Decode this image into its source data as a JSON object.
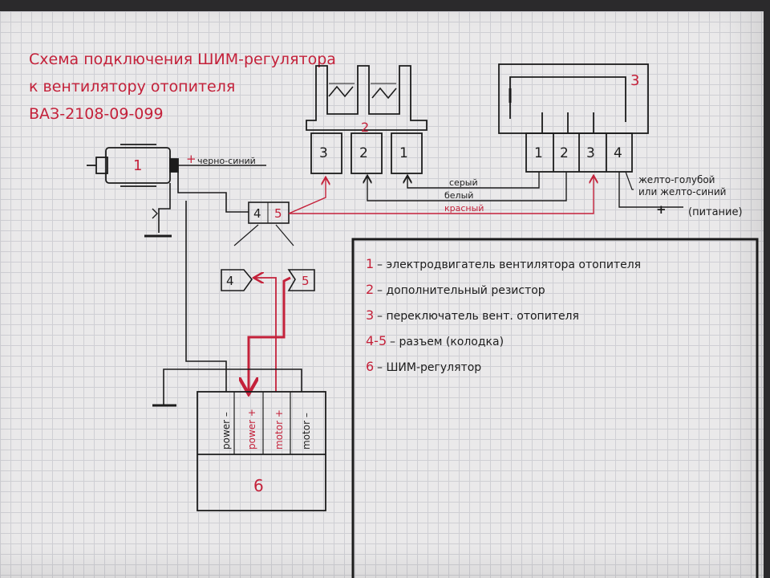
{
  "title": {
    "line1": "Схема подключения ШИМ-регулятора",
    "line2": "к вентилятору отопителя",
    "line3": "ВАЗ-2108-09-099"
  },
  "motor_number": "1",
  "resistor_number": "2",
  "resistor_pins": [
    "3",
    "2",
    "1"
  ],
  "switch_number": "3",
  "switch_pins": [
    "1",
    "2",
    "3",
    "4"
  ],
  "plus_sign": "+",
  "motor_wire_label": "черно-синий",
  "connector": {
    "left": "4",
    "right": "5"
  },
  "wires": {
    "gray": "серый",
    "white": "белый",
    "red": "красный"
  },
  "power_wire": {
    "line1": "желто-голубой",
    "line2": "или желто-синий",
    "line3": "(питание)"
  },
  "pwm_pins": [
    "power –",
    "power +",
    "motor +",
    "motor –"
  ],
  "pwm_number": "6",
  "legend": [
    {
      "num": "1",
      "text": "– электродвигатель вентилятора отопителя"
    },
    {
      "num": "2",
      "text": "– дополнительный резистор"
    },
    {
      "num": "3",
      "text": "– переключатель вент. отопителя"
    },
    {
      "num": "4-5",
      "text": "– разъем (колодка)"
    },
    {
      "num": "6",
      "text": "– ШИМ-регулятор"
    }
  ],
  "colors": {
    "red_ink": "#c4213a",
    "black_ink": "#1c1c1c",
    "paper": "#eae9ea",
    "grid": "#cfcfd4"
  }
}
